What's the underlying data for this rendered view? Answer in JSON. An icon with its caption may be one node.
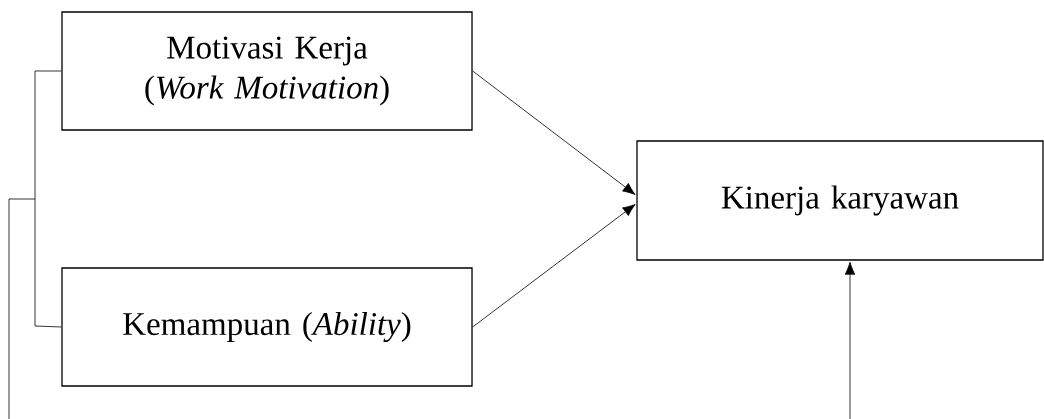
{
  "diagram": {
    "nodes": [
      {
        "text": [
          "Motivasi Kerja (*Work Motivation*)"
        ]
      },
      {
        "text": [
          "Kemampuan (*Ability*)"
        ]
      },
      {
        "text": [
          "Kinerja karyawan"
        ]
      }
    ],
    "edges": [
      {
        "from": 0,
        "to": 2,
        "arrow": "to"
      },
      {
        "from": 1,
        "to": 2,
        "arrow": "to"
      },
      {
        "from": 0,
        "to": 2,
        "arrow": "to"
      },
      {
        "from": 1,
        "to": 2,
        "arrow": "to"
      }
    ]
  }
}
